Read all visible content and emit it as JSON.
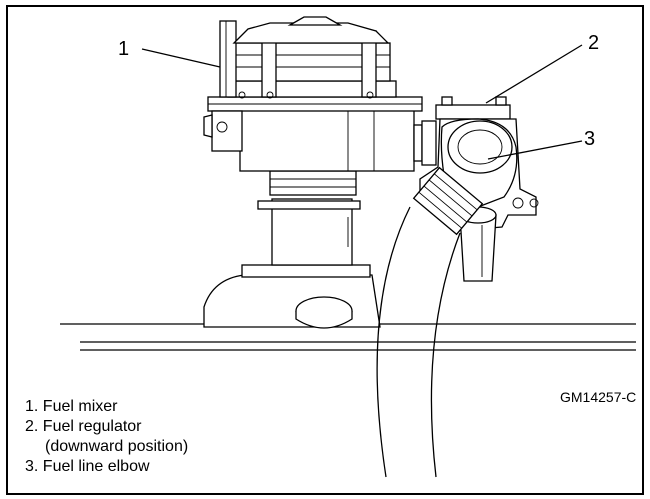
{
  "callouts": {
    "one": "1",
    "two": "2",
    "three": "3"
  },
  "figure_id": "GM14257-C",
  "legend": {
    "item1": "1. Fuel mixer",
    "item2_line1": "2. Fuel regulator",
    "item2_line2": "(downward position)",
    "item3": "3. Fuel line elbow"
  }
}
